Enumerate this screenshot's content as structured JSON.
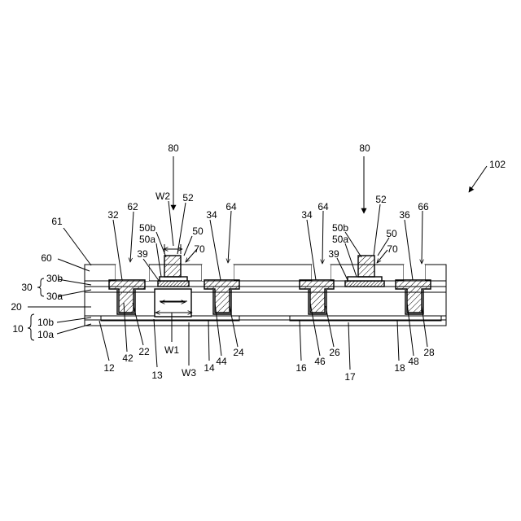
{
  "figure": {
    "figure_ref": "102",
    "reference_numerals": {
      "left": {
        "r80": "80",
        "w2": "W2",
        "r52": "52",
        "r50b": "50b",
        "r50a": "50a",
        "r50": "50",
        "r70": "70",
        "r32": "32",
        "r62": "62",
        "r39": "39",
        "r34": "34",
        "r64": "64",
        "r61": "61",
        "r60": "60",
        "r30": "30",
        "r30b": "30b",
        "r30a": "30a",
        "r20": "20",
        "r10": "10",
        "r10b": "10b",
        "r10a": "10a",
        "r12": "12",
        "r42": "42",
        "r22": "22",
        "r13": "13",
        "w1": "W1",
        "w3": "W3",
        "r14": "14",
        "r44": "44",
        "r24": "24"
      },
      "right": {
        "r80": "80",
        "r52": "52",
        "r34": "34",
        "r64": "64",
        "r50b": "50b",
        "r50a": "50a",
        "r50": "50",
        "r39": "39",
        "r70": "70",
        "r36": "36",
        "r66": "66",
        "r16": "16",
        "r46": "46",
        "r26": "26",
        "r17": "17",
        "r18": "18",
        "r48": "48",
        "r28": "28"
      }
    }
  }
}
